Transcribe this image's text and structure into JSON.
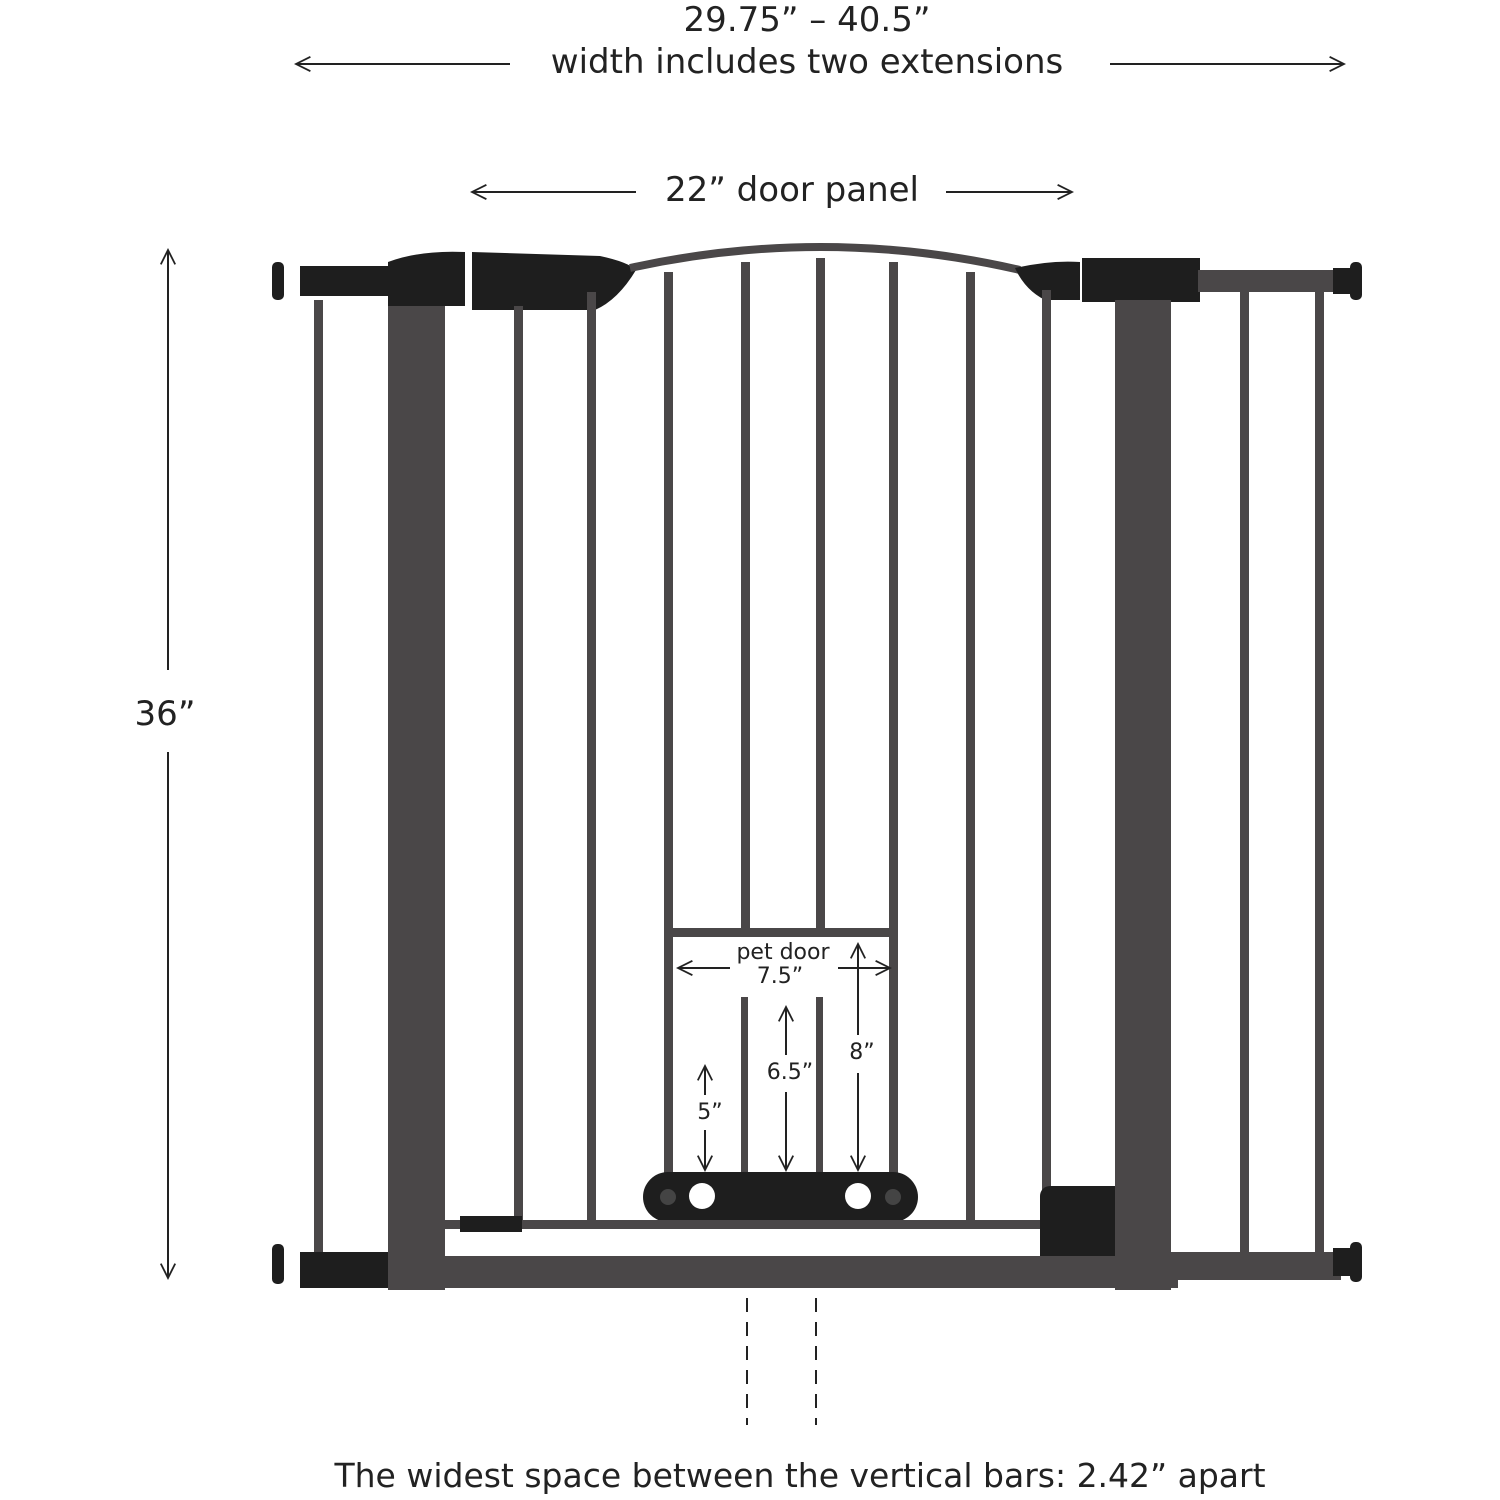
{
  "dimensions": {
    "overall_width": "29.75” – 40.5”",
    "overall_width_note": "width includes two extensions",
    "door_panel": "22” door panel",
    "height": "36”",
    "pet_door_label": "pet door",
    "pet_door_width": "7.5”",
    "pet_door_height": "8”",
    "bar_gap_height_center": "6.5”",
    "bar_gap_height_low": "5”"
  },
  "caption": "The widest space between the vertical bars: 2.42” apart",
  "colors": {
    "frame": "#4a4748",
    "fittings": "#1e1e1e",
    "text": "#222222"
  }
}
